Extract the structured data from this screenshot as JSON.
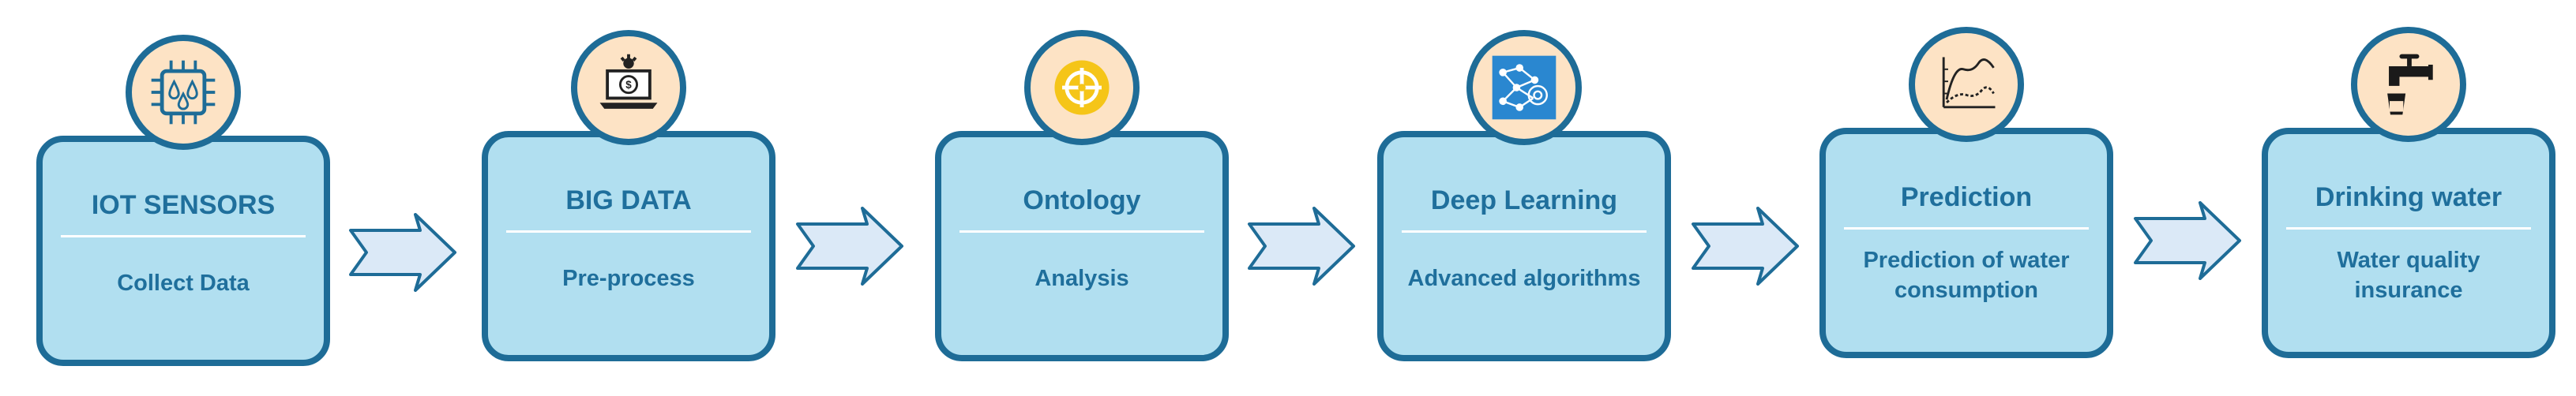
{
  "steps": [
    {
      "title": "IOT SENSORS",
      "subtitle": "Collect Data",
      "icon": "iot-chip-icon"
    },
    {
      "title": "BIG DATA",
      "subtitle": "Pre-process",
      "icon": "laptop-data-icon"
    },
    {
      "title": "Ontology",
      "subtitle": "Analysis",
      "icon": "target-icon"
    },
    {
      "title": "Deep Learning",
      "subtitle": "Advanced algorithms",
      "icon": "neural-network-icon"
    },
    {
      "title": "Prediction",
      "subtitle": "Prediction of water consumption",
      "icon": "chart-icon"
    },
    {
      "title": "Drinking water",
      "subtitle": "Water quality insurance",
      "icon": "faucet-icon"
    }
  ],
  "colors": {
    "card_fill": "#b1dff0",
    "border": "#1e6c97",
    "text": "#1f6f9c",
    "icon_circle_fill": "#fde3c5",
    "arrow_fill": "#dbe9f7"
  }
}
